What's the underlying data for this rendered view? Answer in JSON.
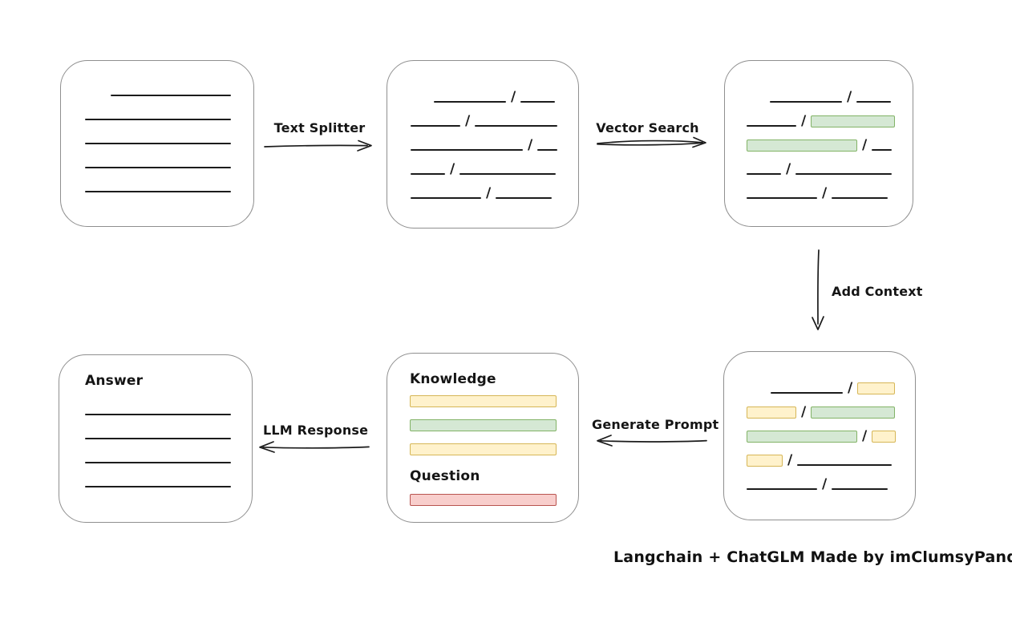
{
  "palette": {
    "green": {
      "fill": "#d5e8d4",
      "border": "#82b366"
    },
    "yellow": {
      "fill": "#fff2cc",
      "border": "#d6b656"
    },
    "red": {
      "fill": "#f8cecc",
      "border": "#b85450"
    },
    "ink": "#1b1b1b",
    "box_border": "#8f8f8f"
  },
  "arrows": {
    "text_splitter": {
      "label": "Text Splitter"
    },
    "vector_search": {
      "label": "Vector Search"
    },
    "add_context": {
      "label": "Add Context"
    },
    "generate_prompt": {
      "label": "Generate Prompt"
    },
    "llm_response": {
      "label": "LLM Response"
    }
  },
  "nodes": {
    "document": {
      "rows": [
        [
          {
            "k": "indent",
            "w": 32
          },
          {
            "k": "line",
            "w": 150
          }
        ],
        [
          {
            "k": "line",
            "w": 182
          }
        ],
        [
          {
            "k": "line",
            "w": 182
          }
        ],
        [
          {
            "k": "line",
            "w": 182
          }
        ],
        [
          {
            "k": "line",
            "w": 182
          }
        ]
      ]
    },
    "split_chunks": {
      "rows": [
        [
          {
            "k": "indent",
            "w": 29
          },
          {
            "k": "line",
            "w": 90
          },
          {
            "k": "slash"
          },
          {
            "k": "line",
            "w": 43
          }
        ],
        [
          {
            "k": "line",
            "w": 62
          },
          {
            "k": "slash"
          },
          {
            "k": "line",
            "w": 103
          }
        ],
        [
          {
            "k": "line",
            "w": 140
          },
          {
            "k": "slash"
          },
          {
            "k": "line",
            "w": 25
          }
        ],
        [
          {
            "k": "line",
            "w": 43
          },
          {
            "k": "slash"
          },
          {
            "k": "line",
            "w": 120
          }
        ],
        [
          {
            "k": "line",
            "w": 88
          },
          {
            "k": "slash"
          },
          {
            "k": "line",
            "w": 70
          }
        ]
      ]
    },
    "matched_chunks": {
      "rows": [
        [
          {
            "k": "indent",
            "w": 29
          },
          {
            "k": "line",
            "w": 90
          },
          {
            "k": "slash"
          },
          {
            "k": "line",
            "w": 43
          }
        ],
        [
          {
            "k": "line",
            "w": 62
          },
          {
            "k": "slash"
          },
          {
            "k": "green",
            "w": 105
          }
        ],
        [
          {
            "k": "green",
            "w": 138
          },
          {
            "k": "slash"
          },
          {
            "k": "line",
            "w": 25
          }
        ],
        [
          {
            "k": "line",
            "w": 43
          },
          {
            "k": "slash"
          },
          {
            "k": "line",
            "w": 120
          }
        ],
        [
          {
            "k": "line",
            "w": 88
          },
          {
            "k": "slash"
          },
          {
            "k": "line",
            "w": 70
          }
        ]
      ]
    },
    "context_chunks": {
      "rows": [
        [
          {
            "k": "indent",
            "w": 30
          },
          {
            "k": "line",
            "w": 90
          },
          {
            "k": "slash"
          },
          {
            "k": "yellow",
            "w": 47
          }
        ],
        [
          {
            "k": "yellow",
            "w": 62
          },
          {
            "k": "slash"
          },
          {
            "k": "green",
            "w": 105
          }
        ],
        [
          {
            "k": "green",
            "w": 138
          },
          {
            "k": "slash"
          },
          {
            "k": "yellow",
            "w": 30
          }
        ],
        [
          {
            "k": "yellow",
            "w": 45
          },
          {
            "k": "slash"
          },
          {
            "k": "line",
            "w": 118
          }
        ],
        [
          {
            "k": "line",
            "w": 88
          },
          {
            "k": "slash"
          },
          {
            "k": "line",
            "w": 70
          }
        ]
      ]
    },
    "prompt": {
      "knowledge_label": "Knowledge",
      "question_label": "Question",
      "knowledge_bars": [
        "yellow",
        "green",
        "yellow"
      ],
      "question_bars": [
        "red"
      ]
    },
    "answer": {
      "label": "Answer",
      "rows": [
        [
          {
            "k": "line",
            "w": 182
          }
        ],
        [
          {
            "k": "line",
            "w": 182
          }
        ],
        [
          {
            "k": "line",
            "w": 182
          }
        ],
        [
          {
            "k": "line",
            "w": 182
          }
        ]
      ]
    }
  },
  "caption": "Langchain + ChatGLM Made by imClumsyPanda"
}
